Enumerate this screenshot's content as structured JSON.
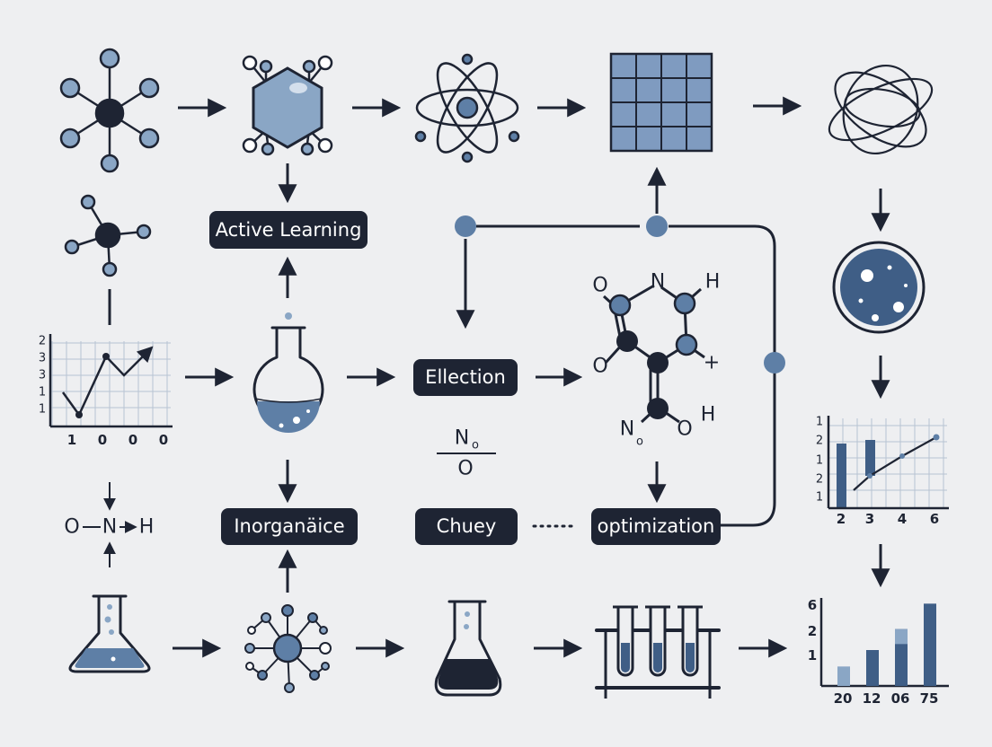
{
  "labels": {
    "active_learning": "Active Learning",
    "election": "Ellection",
    "inorganic": "Inorganäice",
    "chuey": "Chuey",
    "optimization": "optimization"
  },
  "chem_text": {
    "ring_o1": "O",
    "ring_n": "N",
    "ring_h1": "H",
    "ring_o2": "O",
    "ring_plus": "+",
    "ring_n2": "N",
    "ring_sub": "o",
    "ring_o3": "O",
    "ring_h2": "H",
    "frac_top": "N",
    "frac_sub": "o",
    "frac_bottom": "O",
    "onh_o": "O",
    "onh_n": "N",
    "onh_h": "H"
  },
  "line_chart_left": {
    "y_ticks": [
      "2",
      "3",
      "3",
      "1",
      "1"
    ],
    "x_ticks": [
      "1",
      "0",
      "0",
      "0"
    ]
  },
  "mixed_chart_right": {
    "y_ticks": [
      "1",
      "2",
      "1",
      "2",
      "1"
    ],
    "x_ticks": [
      "2",
      "3",
      "4",
      "6"
    ]
  },
  "bar_chart_bottom": {
    "y_ticks": [
      "6",
      "2",
      "1"
    ],
    "x_ticks": [
      "20",
      "12",
      "06",
      "75"
    ],
    "values": [
      1.3,
      2.4,
      3.8,
      5.5
    ],
    "overlay": [
      null,
      null,
      1.0,
      null
    ]
  },
  "colors": {
    "ink": "#1e2433",
    "accent": "#5e7fa6",
    "light": "#c9d6e6",
    "mid": "#8aa6c5",
    "pill": "#1e2433",
    "bg": "#eeeff1"
  }
}
